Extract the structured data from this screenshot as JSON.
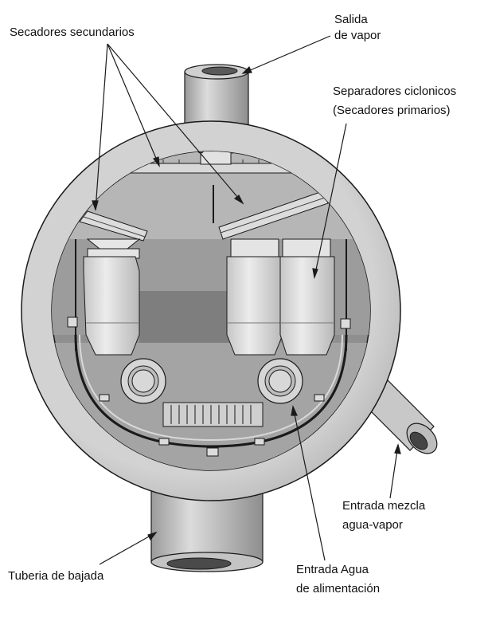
{
  "labels": {
    "secondary_dryers": "Secadores secundarios",
    "steam_outlet_1": "Salida",
    "steam_outlet_2": "de vapor",
    "cyclone_sep_1": "Separadores ciclonicos",
    "cyclone_sep_2": "(Secadores primarios)",
    "mix_inlet_1": "Entrada mezcla",
    "mix_inlet_2": "agua-vapor",
    "downcomer": "Tuberia de bajada",
    "feed_inlet_1": "Entrada Agua",
    "feed_inlet_2": "de alimentación"
  },
  "colors": {
    "shell": "#c9c9c9",
    "interior_light": "#b4b4b4",
    "interior_mid": "#999999",
    "interior_dark": "#8a8a8a",
    "component": "#d9d9d9",
    "outline": "#1a1a1a"
  }
}
